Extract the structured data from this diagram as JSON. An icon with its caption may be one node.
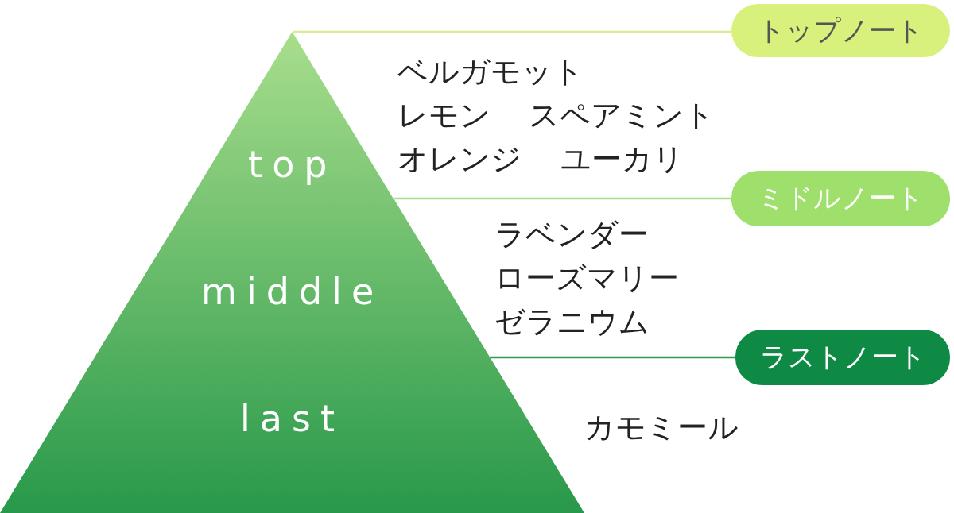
{
  "diagram": {
    "nodes": [
      {
        "text": [
          "top"
        ]
      },
      {
        "text": [
          "middle"
        ]
      },
      {
        "text": [
          "last"
        ]
      },
      {
        "text": [
          "トップノート"
        ]
      },
      {
        "text": [
          "ミドルノート"
        ]
      },
      {
        "text": [
          "ラストノート"
        ]
      }
    ],
    "edges": [
      {
        "from": 3,
        "to": 0,
        "arrow": "none",
        "color": "#d8ec8e"
      },
      {
        "from": 4,
        "to": 1,
        "arrow": "none",
        "color": "#a9dd8a"
      },
      {
        "from": 5,
        "to": 2,
        "arrow": "none",
        "color": "#2f9a55"
      }
    ],
    "labels": [
      "ベルガモット",
      "レモン",
      "スペアミント",
      "オレンジ",
      "ユーカリ",
      "ラベンダー",
      "ローズマリー",
      "ゼラニウム",
      "カモミール"
    ]
  }
}
